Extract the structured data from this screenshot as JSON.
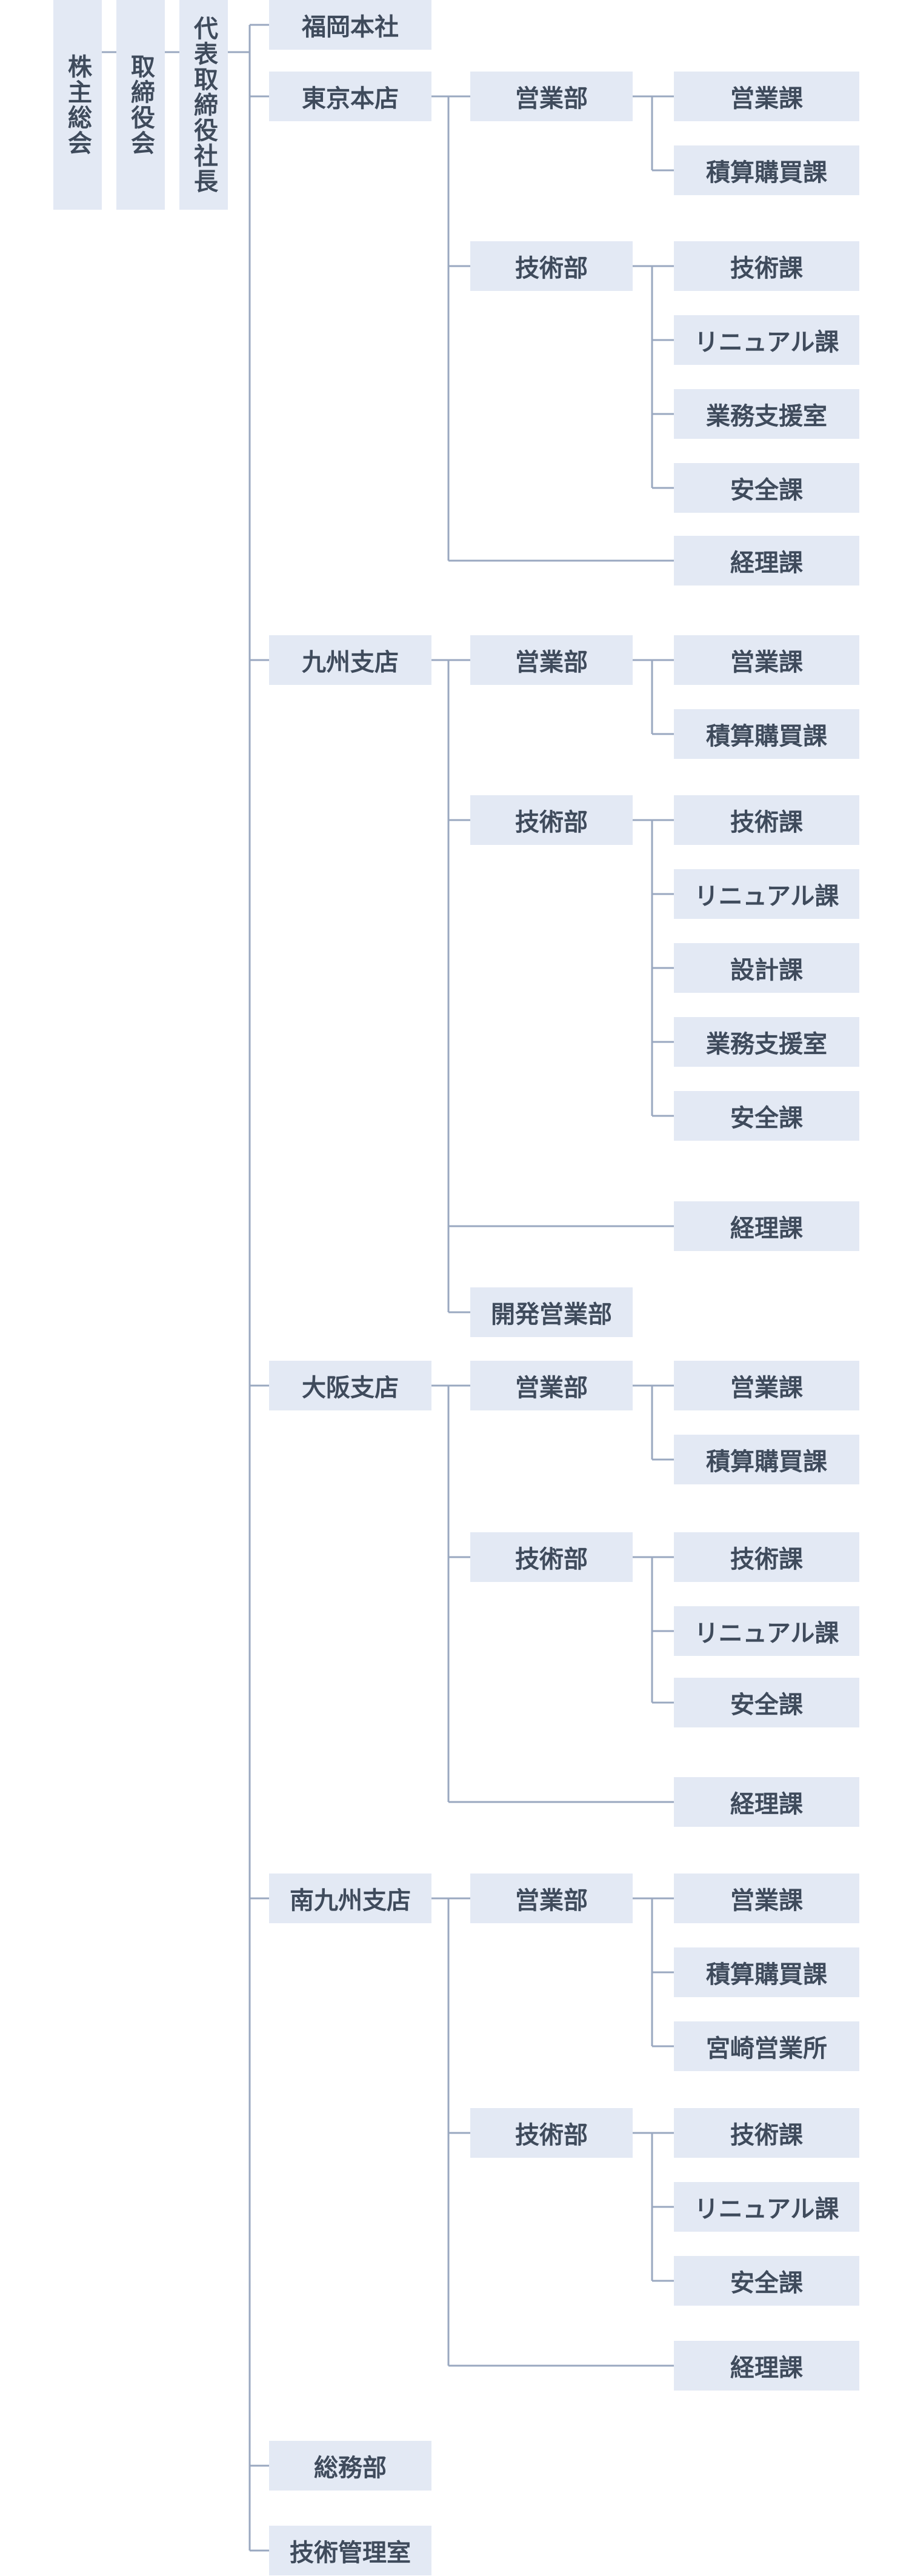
{
  "top": {
    "shareholders": "株主総会",
    "board": "取締役会",
    "president": "代表取締役社長"
  },
  "units": [
    {
      "name": "福岡本社",
      "depts": []
    },
    {
      "name": "東京本店",
      "depts": [
        {
          "name": "営業部",
          "sections": [
            "営業課",
            "積算購買課"
          ]
        },
        {
          "name": "技術部",
          "sections": [
            "技術課",
            "リニュアル課",
            "業務支援室",
            "安全課"
          ]
        },
        {
          "name": "経理課",
          "direct": true
        }
      ]
    },
    {
      "name": "九州支店",
      "depts": [
        {
          "name": "営業部",
          "sections": [
            "営業課",
            "積算購買課"
          ]
        },
        {
          "name": "技術部",
          "sections": [
            "技術課",
            "リニュアル課",
            "設計課",
            "業務支援室",
            "安全課"
          ]
        },
        {
          "name": "経理課",
          "direct": true
        },
        {
          "name": "開発営業部",
          "leafDept": true
        }
      ]
    },
    {
      "name": "大阪支店",
      "depts": [
        {
          "name": "営業部",
          "sections": [
            "営業課",
            "積算購買課"
          ]
        },
        {
          "name": "技術部",
          "sections": [
            "技術課",
            "リニュアル課",
            "安全課"
          ]
        },
        {
          "name": "経理課",
          "direct": true
        }
      ]
    },
    {
      "name": "南九州支店",
      "depts": [
        {
          "name": "営業部",
          "sections": [
            "営業課",
            "積算購買課",
            "宮崎営業所"
          ]
        },
        {
          "name": "技術部",
          "sections": [
            "技術課",
            "リニュアル課",
            "安全課"
          ]
        },
        {
          "name": "経理課",
          "direct": true
        }
      ]
    },
    {
      "name": "総務部",
      "depts": []
    },
    {
      "name": "技術管理室",
      "depts": []
    }
  ],
  "colors": {
    "box": "#e3e9f4",
    "text": "#3f4b5c",
    "line": "#9aa8c0"
  }
}
